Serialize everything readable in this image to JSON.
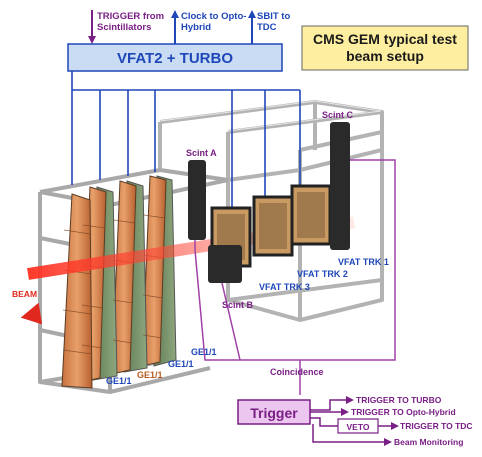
{
  "title": "CMS GEM typical test beam setup",
  "colors": {
    "title_bg": "#fdeea0",
    "vfat_box_bg": "#c9dcf4",
    "trigger_box_bg": "#ecc6ee",
    "purple": "#7a1f86",
    "blue": "#1f47b8",
    "beam_red": "#e0281e",
    "frame_gray": "#b3b3b3"
  },
  "top_signals": {
    "trigger_in": "TRIGGER from Scintillators",
    "clock": "Clock to Opto-Hybrid",
    "sbit": "SBIT to TDC"
  },
  "readout_box": "VFAT2 + TURBO",
  "beam": "BEAM",
  "scintillators": [
    "Scint A",
    "Scint B",
    "Scint C"
  ],
  "tracking_chambers": [
    "VFAT TRK 1",
    "VFAT TRK 2",
    "VFAT TRK 3"
  ],
  "ge11_chambers": [
    "GE1/1",
    "GE1/1",
    "GE1/1",
    "GE1/1"
  ],
  "coincidence": "Coincidence",
  "trigger_box": "Trigger",
  "veto": "VETO",
  "outputs": [
    "TRIGGER TO TURBO",
    "TRIGGER TO Opto-Hybrid",
    "TRIGGER TO TDC",
    "Beam Monitoring"
  ]
}
